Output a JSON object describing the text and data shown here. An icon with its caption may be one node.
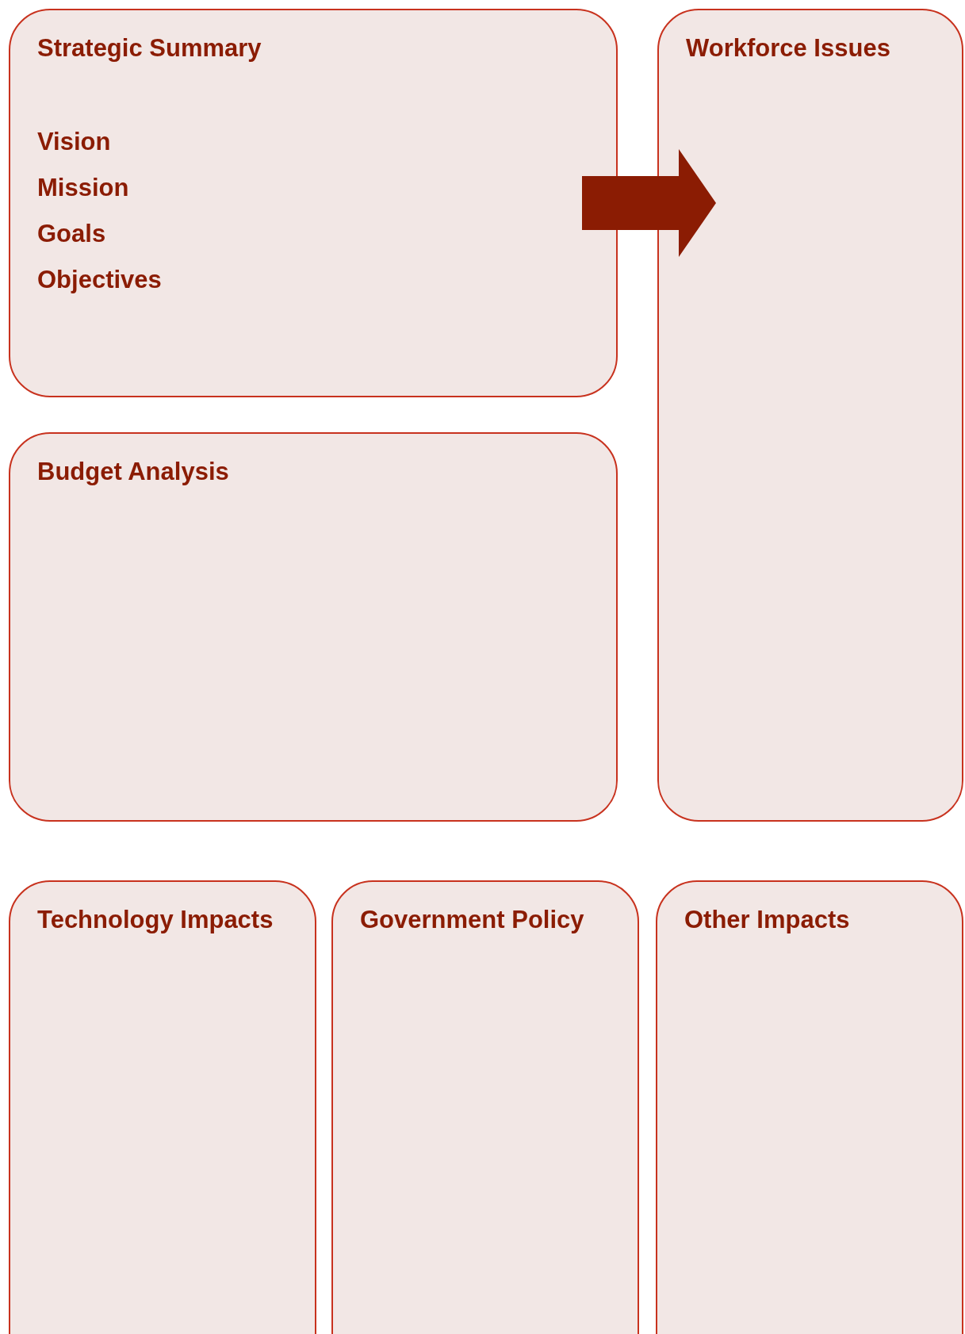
{
  "diagram": {
    "nodes": [
      {
        "text": [
          "Strategic Summary",
          "Vision",
          "Mission",
          "Goals",
          "Objectives"
        ]
      },
      {
        "text": [
          "Workforce Issues"
        ]
      },
      {
        "text": [
          "Budget Analysis"
        ]
      },
      {
        "text": [
          "Technology Impacts"
        ]
      },
      {
        "text": [
          "Government Policy"
        ]
      },
      {
        "text": [
          "Other Impacts"
        ]
      }
    ],
    "edges": [
      {
        "from": 0,
        "to": 1,
        "arrow": "to"
      }
    ]
  }
}
